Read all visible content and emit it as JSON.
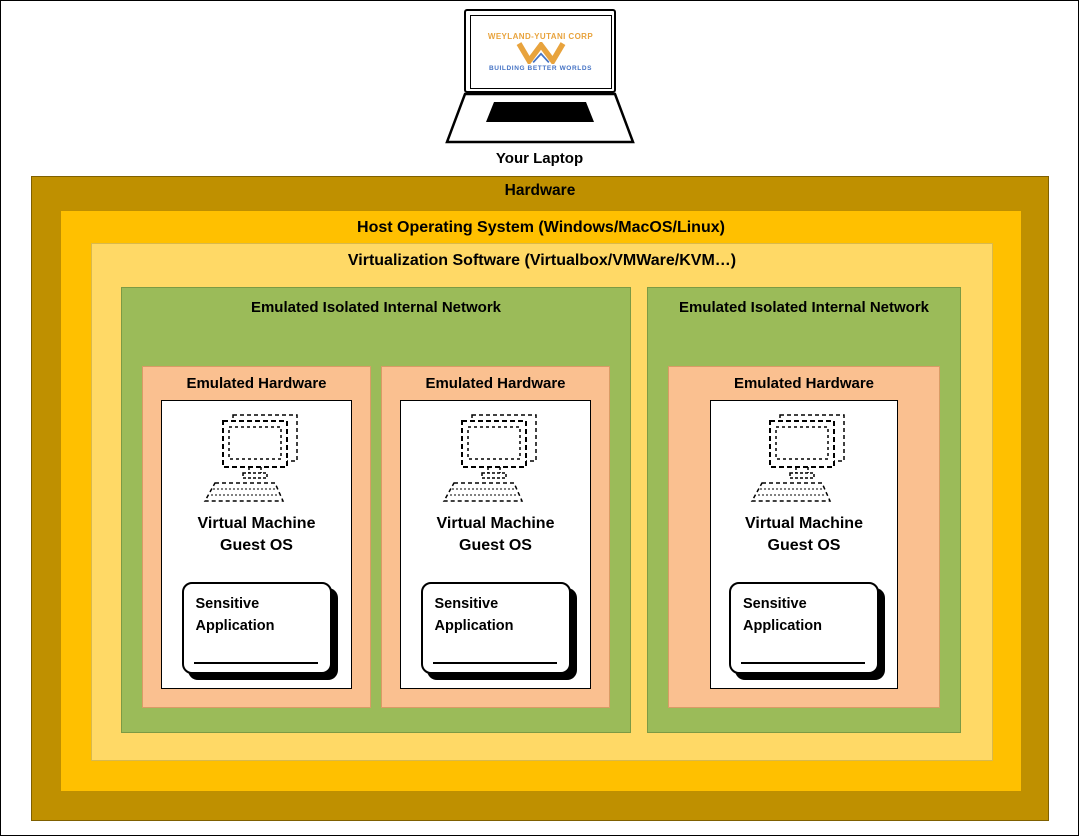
{
  "laptop": {
    "label": "Your Laptop",
    "logo": {
      "company": "WEYLAND-YUTANI CORP",
      "tagline": "BUILDING BETTER WORLDS"
    }
  },
  "layers": {
    "hardware": {
      "label": "Hardware",
      "fill": "#BF9000"
    },
    "host_os": {
      "label": "Host Operating System (Windows/MacOS/Linux)",
      "fill": "#FFC000"
    },
    "virtualization": {
      "label": "Virtualization Software (Virtualbox/VMWare/KVM…)",
      "fill": "#FFD966"
    }
  },
  "networks": [
    {
      "label": "Emulated Isolated Internal Network",
      "machines": [
        {
          "hardware_label": "Emulated Hardware",
          "vm_label": "Virtual Machine Guest OS",
          "app_label": "Sensitive Application"
        },
        {
          "hardware_label": "Emulated Hardware",
          "vm_label": "Virtual Machine Guest OS",
          "app_label": "Sensitive Application"
        }
      ]
    },
    {
      "label": "Emulated Isolated Internal Network",
      "machines": [
        {
          "hardware_label": "Emulated Hardware",
          "vm_label": "Virtual Machine Guest OS",
          "app_label": "Sensitive Application"
        }
      ]
    }
  ],
  "colors": {
    "hardware": "#BF9000",
    "host_os": "#FFC000",
    "virtualization": "#FFD966",
    "network": "#9BBB59",
    "emulated_hardware": "#FAC090",
    "logo_orange": "#E8A33D",
    "logo_blue": "#4472C4"
  }
}
